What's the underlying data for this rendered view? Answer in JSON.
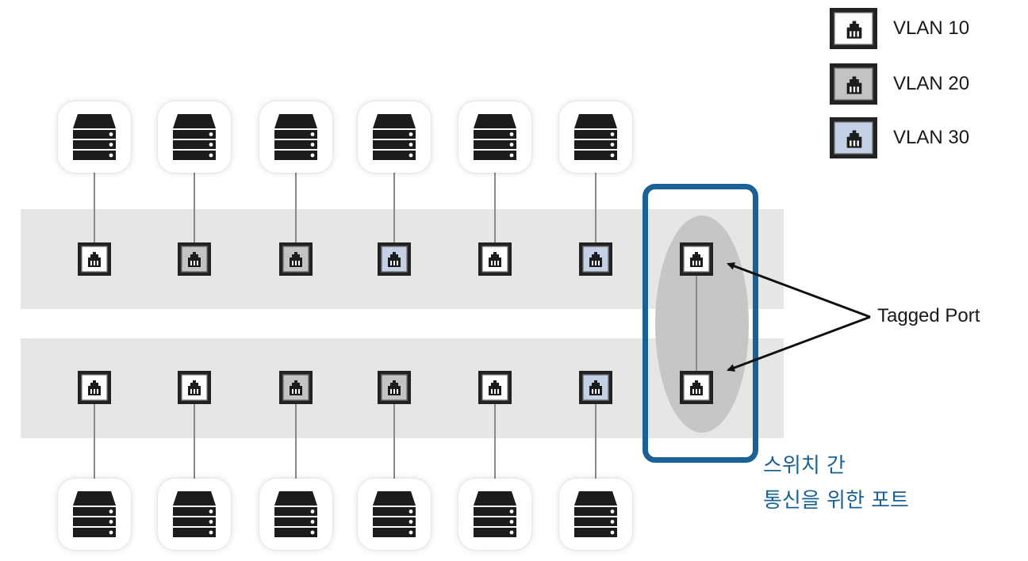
{
  "legend": [
    {
      "label": "VLAN 10",
      "fill": "#ffffff"
    },
    {
      "label": "VLAN 20",
      "fill": "#c3c3c3"
    },
    {
      "label": "VLAN 30",
      "fill": "#c4d0e6"
    }
  ],
  "switches": [
    {
      "ports": [
        0,
        1,
        1,
        2,
        0,
        2
      ],
      "tagged": true
    },
    {
      "ports": [
        0,
        0,
        1,
        1,
        0,
        2
      ],
      "tagged": true
    }
  ],
  "tagged_label": "Tagged Port",
  "caption": {
    "line1": "스위치 간",
    "line2": "통신을 위한 포트"
  },
  "colors": {
    "accent": "#1a6295",
    "band": "#e6e6e6",
    "server": "#1c1c1c"
  },
  "icons": {
    "server": "server-icon",
    "port": "ethernet-port-icon"
  }
}
